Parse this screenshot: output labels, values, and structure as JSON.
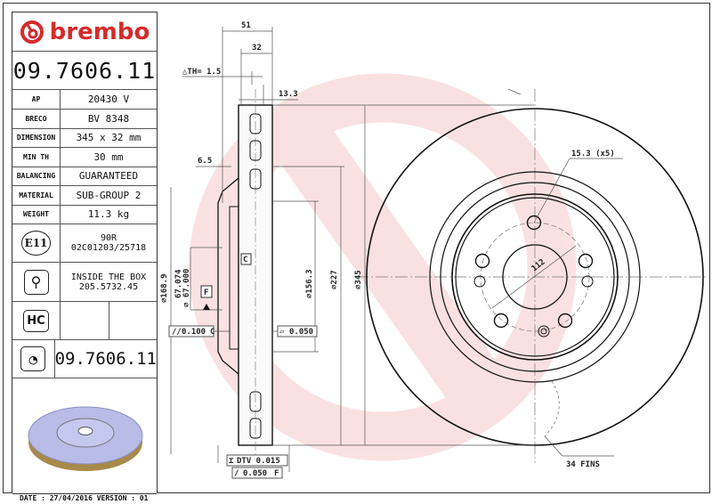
{
  "brand": {
    "name": "brembo",
    "color": "#d52b2b"
  },
  "part_number": "09.7606.11",
  "specs": [
    {
      "label": "AP",
      "value": "20430 V"
    },
    {
      "label": "BRECO",
      "value": "BV 8348"
    },
    {
      "label": "DIMENSION",
      "value": "345 x 32 mm"
    },
    {
      "label": "MIN TH",
      "value": "30 mm"
    },
    {
      "label": "BALANCING",
      "value": "GUARANTEED"
    },
    {
      "label": "MATERIAL",
      "value": "SUB-GROUP 2"
    },
    {
      "label": "WEIGHT",
      "value": "11.3 kg"
    }
  ],
  "homologation": {
    "badge": "E11",
    "line1": "90R",
    "line2": "02C01203/25718"
  },
  "screws": {
    "line1": "INSIDE THE BOX",
    "line2": "205.5732.45"
  },
  "hc_badge": "HC",
  "kit_part_number": "09.7606.11",
  "footer": "DATE : 27/04/2016 VERSION : 01",
  "dimensions": {
    "d51": "51",
    "d32": "32",
    "dth": "△TH= 1.5",
    "d13": "13.3",
    "d6": "6.5",
    "d168": "⌀168.9",
    "d67a": "67.074",
    "d67b": "⌀ 67.000",
    "d156": "⌀156.3",
    "d227": "⌀227",
    "d345": "⌀345",
    "datum_c": "C",
    "datum_f": "F",
    "par": "0.100",
    "par_ref": "C",
    "flat": "0.050",
    "dtv": "DTV 0.015",
    "runout": "0.050",
    "runout_ref": "F",
    "holes": "15.3 (x5)",
    "pcd": "112",
    "fins": "34 FINS"
  }
}
